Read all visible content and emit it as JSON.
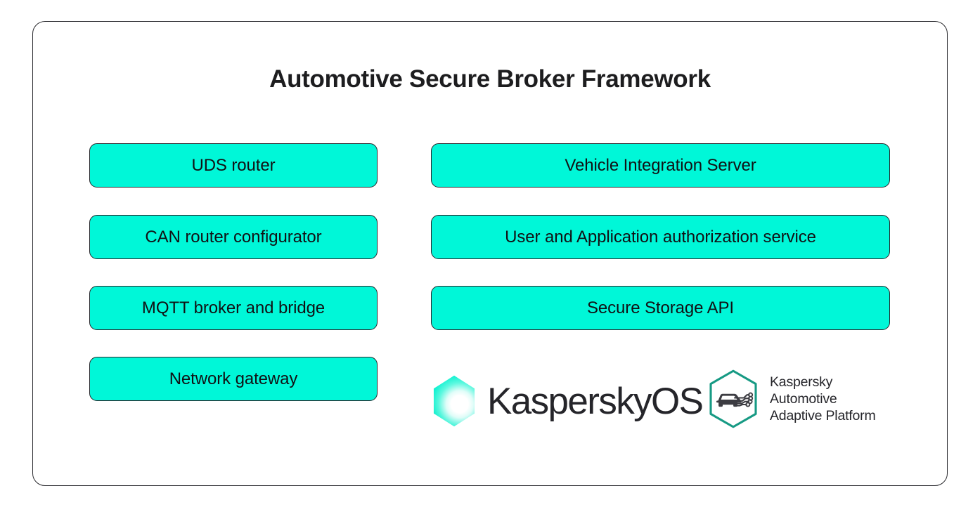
{
  "card": {
    "title": "Automotive Secure Broker Framework",
    "border_color": "#2b2b2f",
    "background": "#ffffff"
  },
  "theme": {
    "accent_green": "#00f7d8",
    "box_border": "#25252a",
    "text_dark": "#111114",
    "badge_teal": "#179a84",
    "badge_icon_dark": "#3c3c42"
  },
  "modules": {
    "left_column": [
      {
        "label": "UDS router"
      },
      {
        "label": "CAN router configurator"
      },
      {
        "label": "MQTT broker and bridge"
      },
      {
        "label": "Network gateway"
      }
    ],
    "right_column": [
      {
        "label": "Vehicle Integration Server"
      },
      {
        "label": "User and Application authorization service"
      },
      {
        "label": "Secure Storage API"
      }
    ]
  },
  "logos": {
    "kasperskyos": {
      "icon": "kasperskyos-hexagon-icon",
      "wordmark": "KasperskyOS"
    },
    "automotive_adaptive_platform": {
      "icon": "car-circuit-hexagon-icon",
      "line1": "Kaspersky",
      "line2": "Automotive",
      "line3": "Adaptive Platform"
    }
  }
}
